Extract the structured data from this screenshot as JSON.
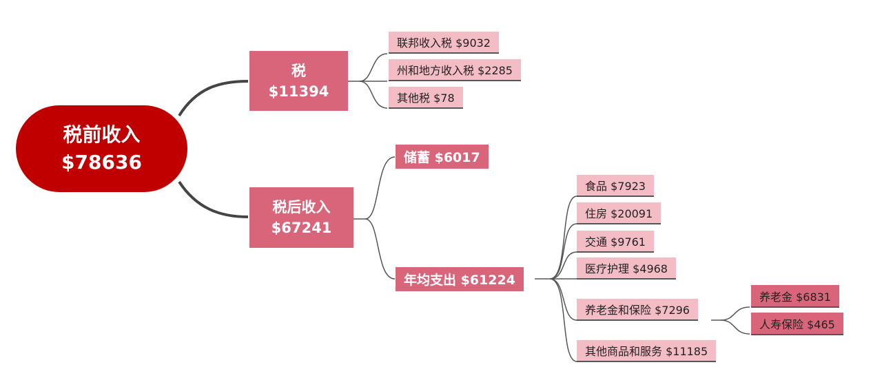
{
  "root": {
    "title": "税前收入",
    "amount": "$78636"
  },
  "tax": {
    "title": "税",
    "amount": "$11394",
    "items": [
      "联邦收入税 $9032",
      "州和地方收入税 $2285",
      "其他税 $78"
    ]
  },
  "after_tax": {
    "title": "税后收入",
    "amount": "$67241",
    "savings": "储蓄 $6017",
    "spending": {
      "label": "年均支出 $61224",
      "items": [
        "食品 $7923",
        "住房 $20091",
        "交通 $9761",
        "医疗护理 $4968",
        "养老金和保险 $7296",
        "其他商品和服务 $11185"
      ],
      "pension_items": [
        "养老金 $6831",
        "人寿保险 $465"
      ]
    }
  },
  "colors": {
    "root": "#c00000",
    "branch": "#d9657a",
    "leaf": "#f4bcc4",
    "connector": "#444444"
  }
}
